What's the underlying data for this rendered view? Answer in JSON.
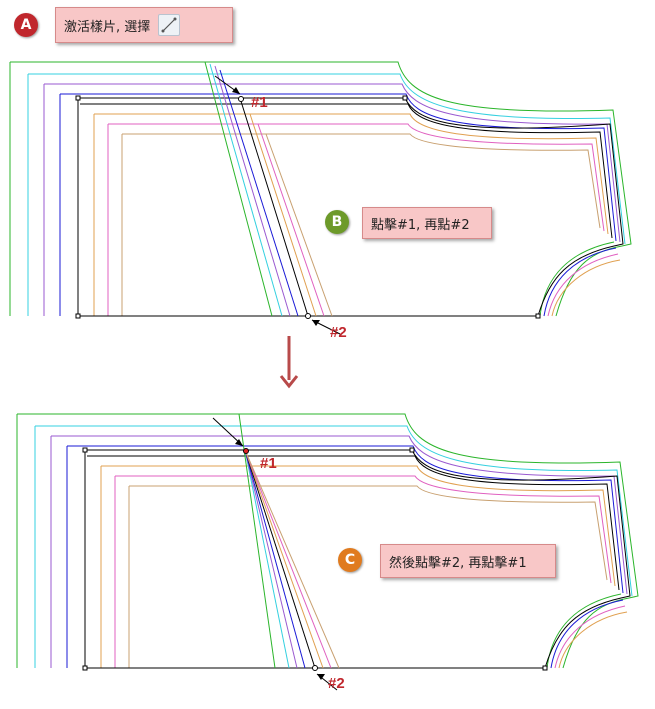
{
  "steps": [
    {
      "badge": "A",
      "text": "激活樣片, 選擇",
      "badge_color": "#c0272d"
    },
    {
      "badge": "B",
      "text": "點擊#1, 再點#2",
      "badge_color": "#6d9a2a"
    },
    {
      "badge": "C",
      "text": "然後點擊#2, 再點擊#1",
      "badge_color": "#e07b1f"
    }
  ],
  "point_labels": {
    "p1": "#1",
    "p2": "#2"
  },
  "icons": {
    "tool": "slash-tool-icon",
    "arrow": "down-arrow-icon"
  },
  "colors": {
    "label_red": "#c0272d",
    "callout_fill": "#f8c7c7",
    "outline_colors": [
      "#2bb52b",
      "#34d0e0",
      "#9a5ad0",
      "#1a1ad6",
      "#e0a050",
      "#e060c0",
      "#c8a070"
    ],
    "arrow": "#b84a4a"
  }
}
